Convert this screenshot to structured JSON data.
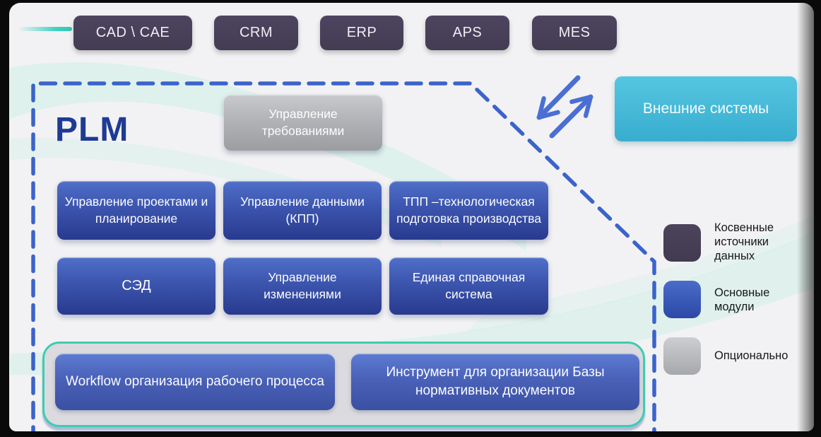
{
  "window": {
    "background": "#f2f2f4",
    "frame_color": "#0a0a0a"
  },
  "top_systems": [
    {
      "label": "CAD \\ CAE"
    },
    {
      "label": "CRM"
    },
    {
      "label": "ERP"
    },
    {
      "label": "APS"
    },
    {
      "label": "MES"
    }
  ],
  "plm": {
    "title": "PLM",
    "optional_module": {
      "label": "Управление требованиями"
    },
    "modules": [
      {
        "label": "Управление проектами и планирование"
      },
      {
        "label": "Управление данными (КПП)"
      },
      {
        "label": "ТПП –технологическая подготовка производства"
      },
      {
        "label": "СЭД"
      },
      {
        "label": "Управление изменениями"
      },
      {
        "label": "Единая справочная система"
      }
    ],
    "workflow_group": {
      "modules": [
        {
          "label": "Workflow организация рабочего процесса"
        },
        {
          "label": "Инструмент для организации Базы нормативных документов"
        }
      ]
    }
  },
  "external_systems_box": {
    "label": "Внешние системы"
  },
  "legend": {
    "items": [
      {
        "label": "Косвенные источники данных",
        "color": "#474054"
      },
      {
        "label": "Основные модули",
        "color": "#3a5ec4"
      },
      {
        "label": "Опционально",
        "color": "#b9bbbf"
      }
    ]
  },
  "colors": {
    "plm_dashed_border": "#3b63cb",
    "exchange_arrows": "#4a6fd4",
    "module_blue_top": "#4c6cc7",
    "module_blue_bottom": "#283a8e",
    "external_teal": "#41bad9",
    "workflow_group_border_teal": "#3fccb2",
    "wave_mint": "#cdf0e6"
  }
}
